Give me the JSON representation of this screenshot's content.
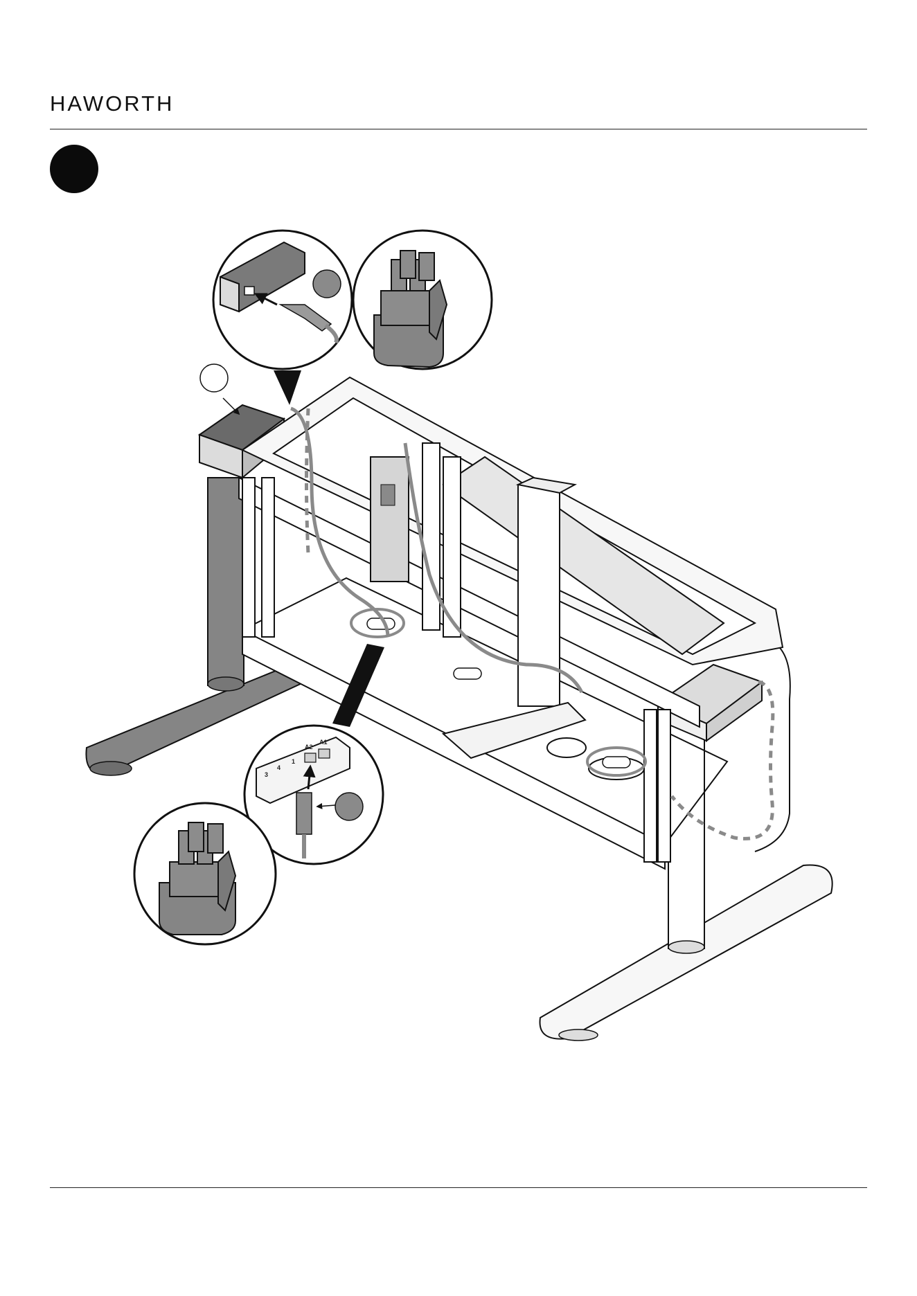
{
  "header": {
    "brand": "HAWORTH"
  },
  "step": {
    "number": ""
  },
  "figure": {
    "port_labels": [
      "3",
      "4",
      "1",
      "A2",
      "A1"
    ],
    "callout_a": "",
    "callout_b": "",
    "callout_c": ""
  },
  "colors": {
    "line": "#1a1a1a",
    "shade_dark": "#7a7a7a",
    "shade_mid": "#9a9a9a",
    "shade_light": "#d9d9d9",
    "cable": "#8a8a8a"
  }
}
